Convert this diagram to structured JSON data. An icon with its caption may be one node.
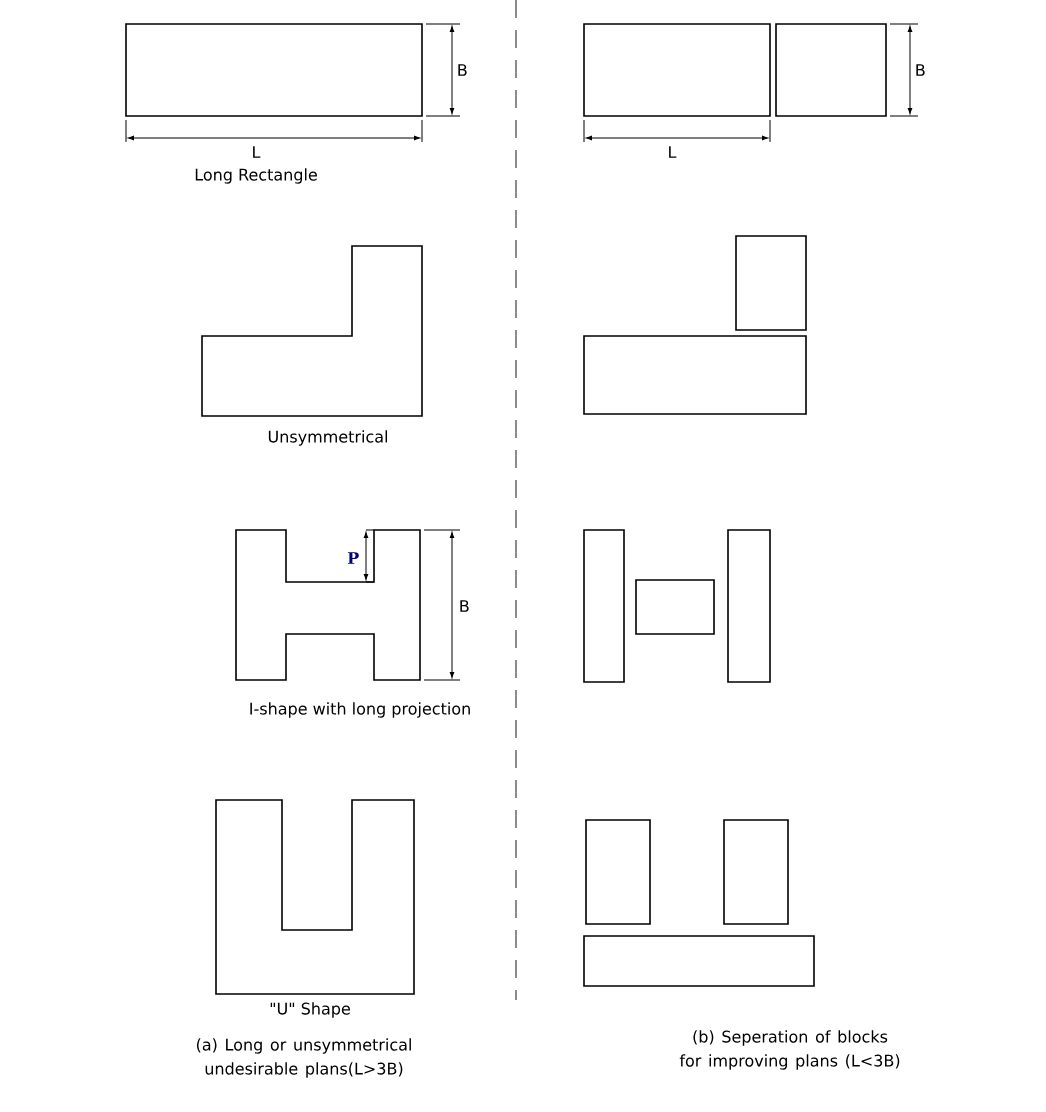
{
  "diagram": {
    "labels": [
      "B",
      "B",
      "L",
      "L",
      "Long Rectangle",
      "Unsymmetrical",
      "P",
      "B",
      "I-shape with long projection",
      "\"U\" Shape",
      "(b) Seperation of blocks for improving plans (L<3B)",
      "(a) Long or unsymmetrical undesirable plans(L>3B)"
    ]
  }
}
